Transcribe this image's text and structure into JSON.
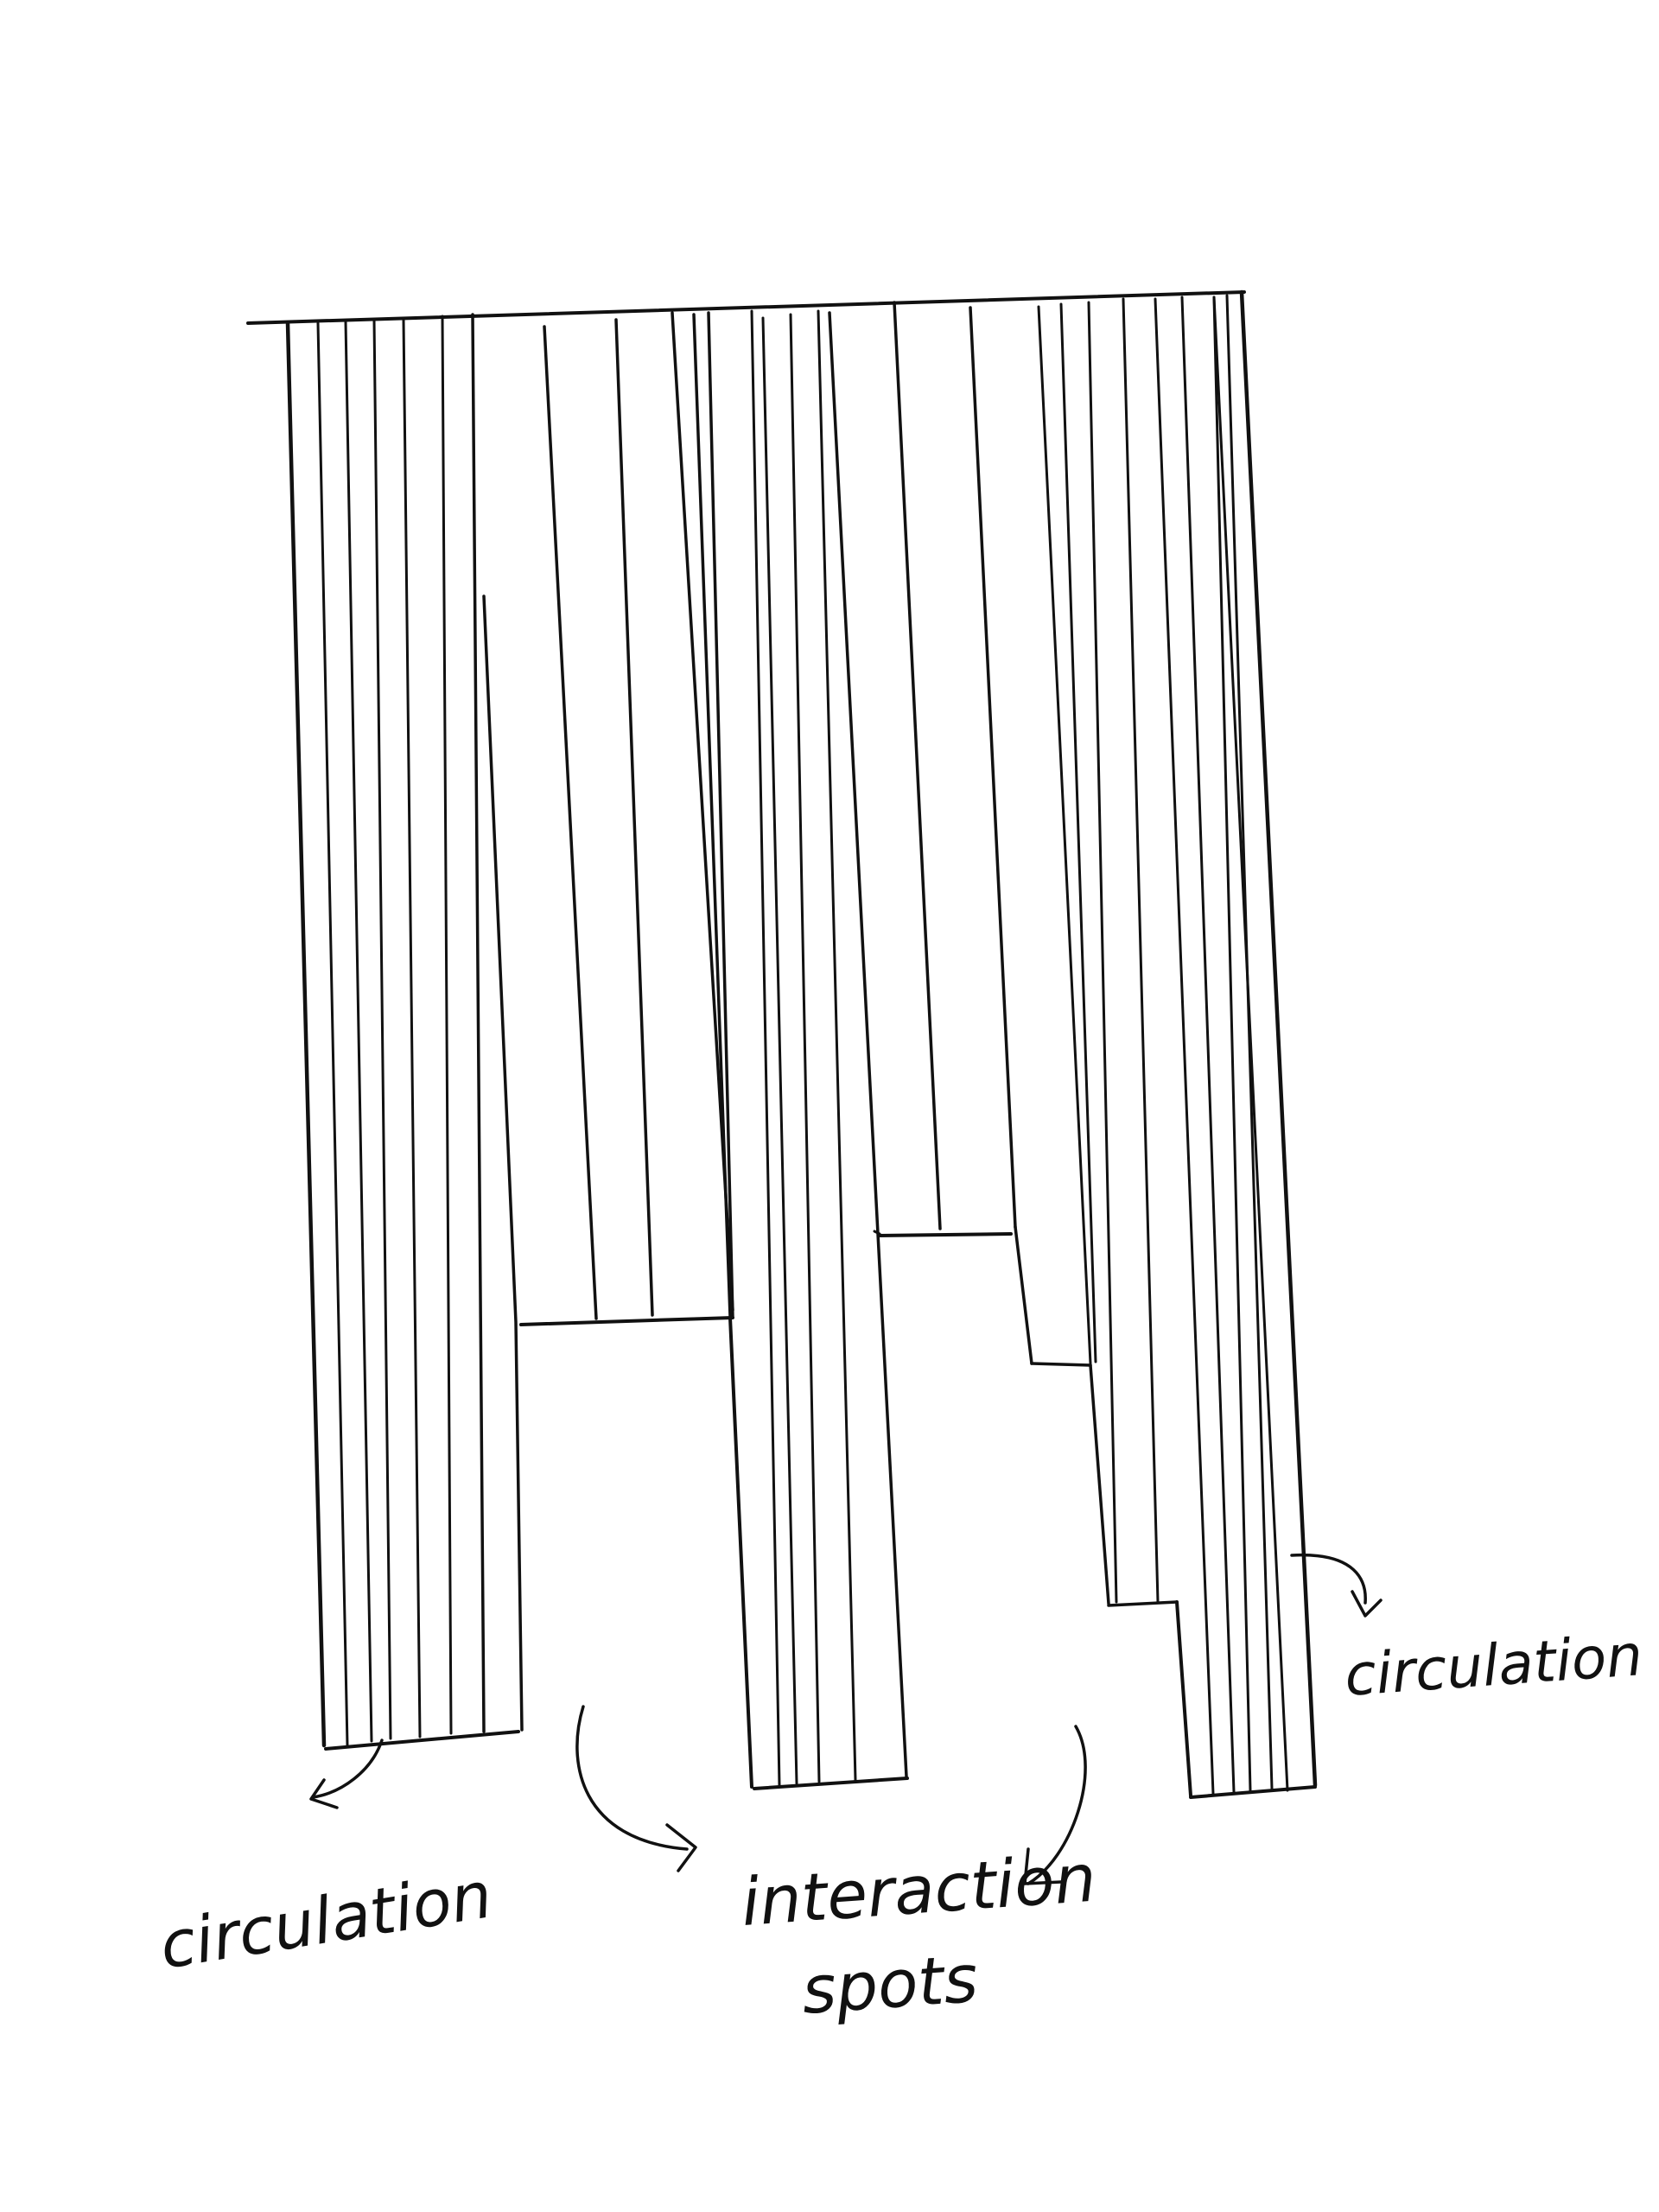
{
  "diagram": {
    "labels": {
      "circulation_left": "circulation",
      "circulation_right": "circulation",
      "interaction_line1": "interaction",
      "interaction_line2": "spots"
    },
    "ink_color": "#111111",
    "background_color": "#ffffff"
  }
}
